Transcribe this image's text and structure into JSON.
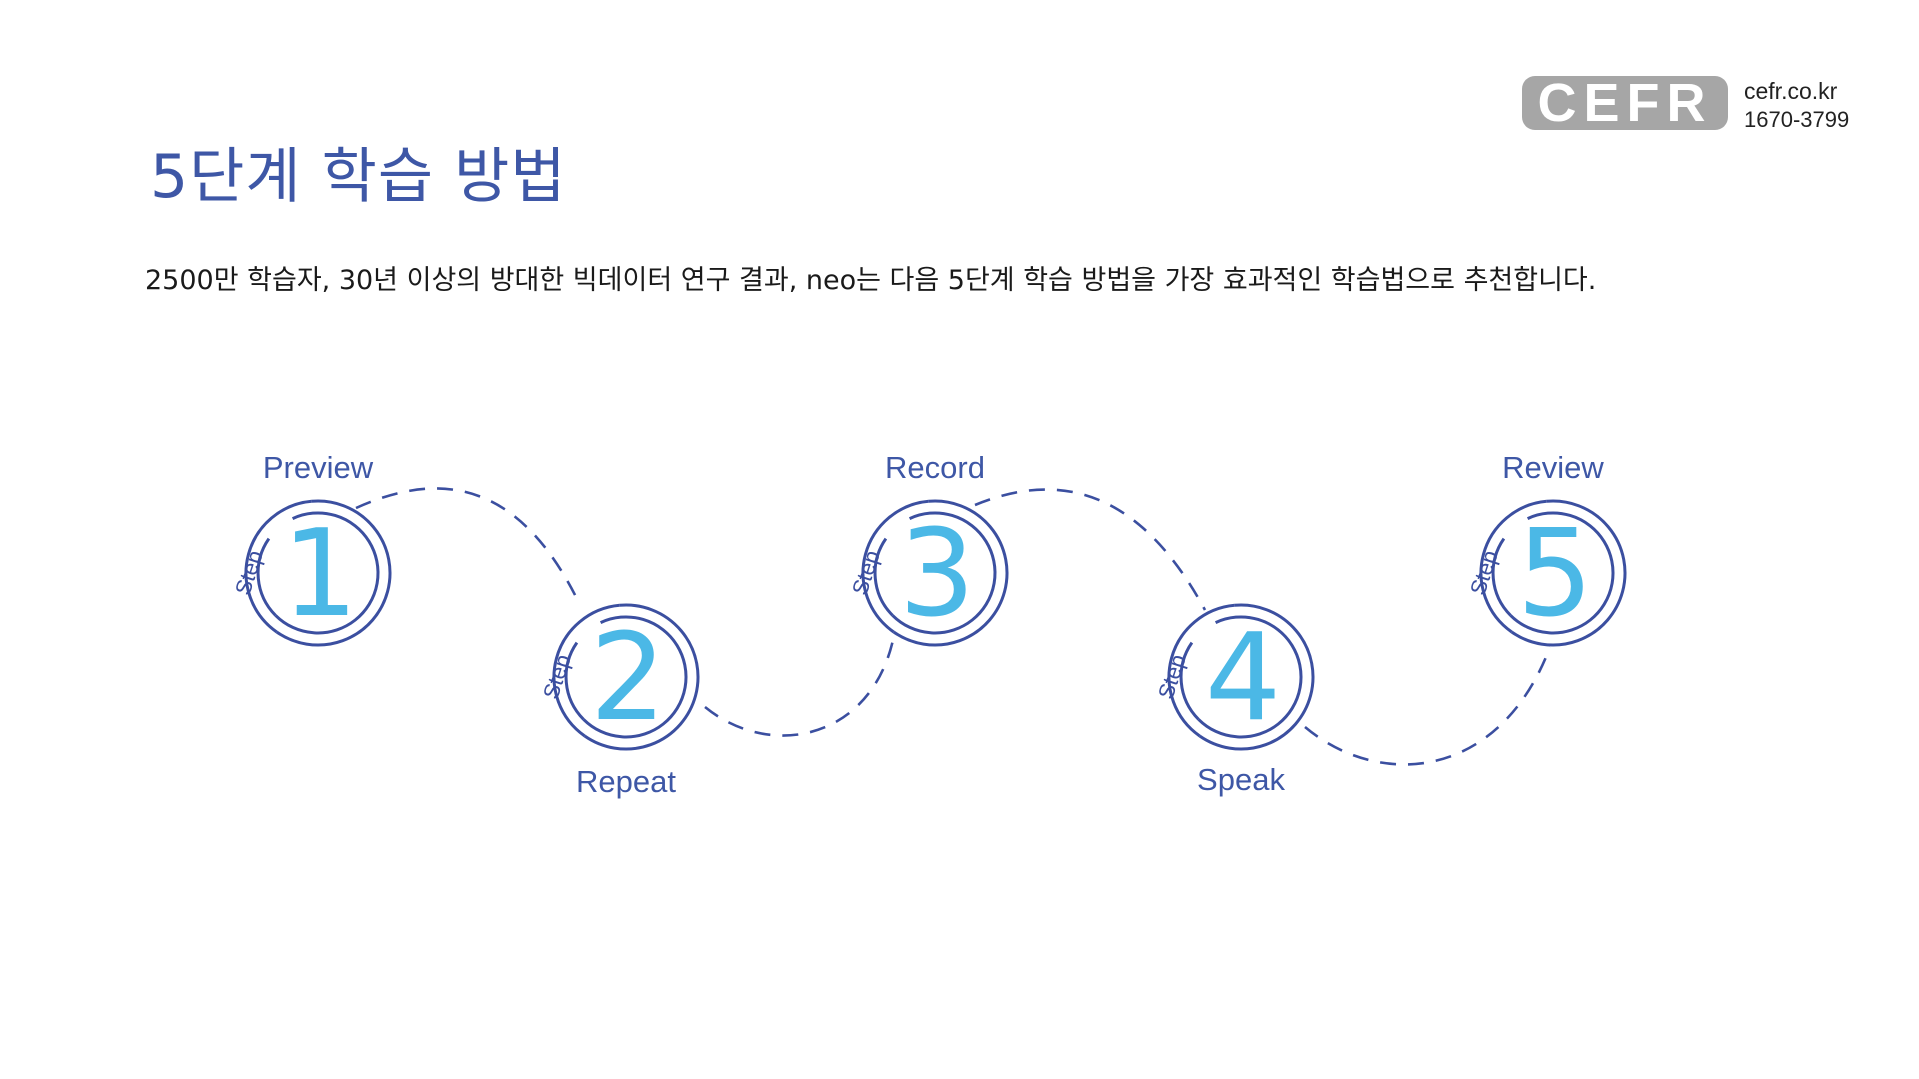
{
  "header": {
    "title": "5단계 학습 방법",
    "subtitle": "2500만 학습자, 30년 이상의 방대한 빅데이터 연구 결과, neo는 다음 5단계 학습 방법을 가장 효과적인 학습법으로 추천합니다."
  },
  "brand": {
    "logo_text": "CEFR",
    "website": "cefr.co.kr",
    "phone": "1670-3799"
  },
  "steps": [
    {
      "prefix": "Step",
      "number": "1",
      "label": "Preview"
    },
    {
      "prefix": "Step",
      "number": "2",
      "label": "Repeat"
    },
    {
      "prefix": "Step",
      "number": "3",
      "label": "Record"
    },
    {
      "prefix": "Step",
      "number": "4",
      "label": "Speak"
    },
    {
      "prefix": "Step",
      "number": "5",
      "label": "Review"
    }
  ],
  "colors": {
    "title": "#3e57a6",
    "ring": "#3b4fa0",
    "number": "#4bb8e6",
    "label": "#3e57a6",
    "logo_bg": "#a6a6a6"
  }
}
